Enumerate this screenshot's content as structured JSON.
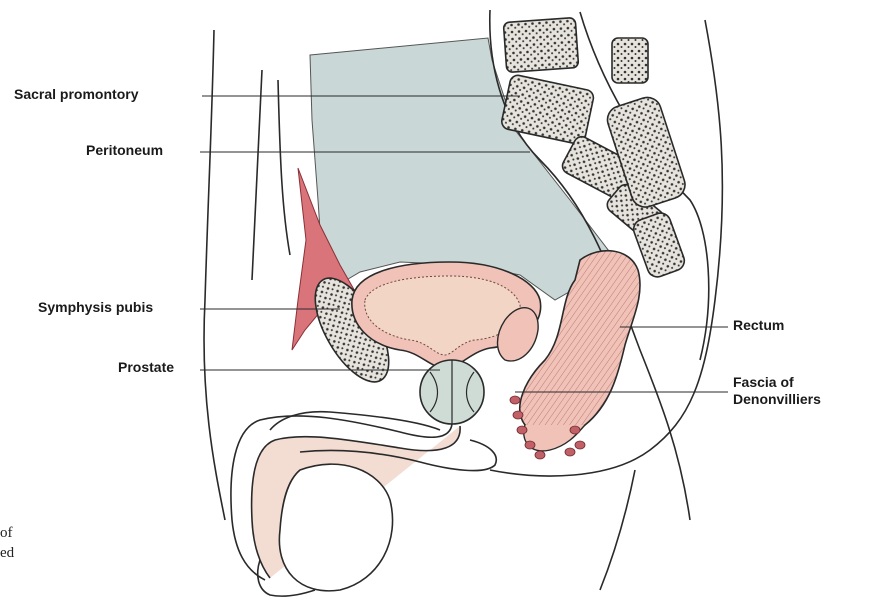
{
  "figure": {
    "labels": {
      "sacral_promontory": "Sacral promontory",
      "peritoneum": "Peritoneum",
      "symphysis_pubis": "Symphysis pubis",
      "prostate": "Prostate",
      "rectum": "Rectum",
      "fascia_line1": "Fascia of",
      "fascia_line2": "Denonvilliers"
    },
    "caption_fragment": {
      "line1": "of",
      "line2": "ed"
    }
  },
  "colors": {
    "peritoneal_cavity": "#c9d7d6",
    "muscle_red": "#d9757a",
    "organ_pink": "#f0c2b8",
    "bone_fill": "#e8e4df",
    "outline": "#2a2a2a"
  }
}
